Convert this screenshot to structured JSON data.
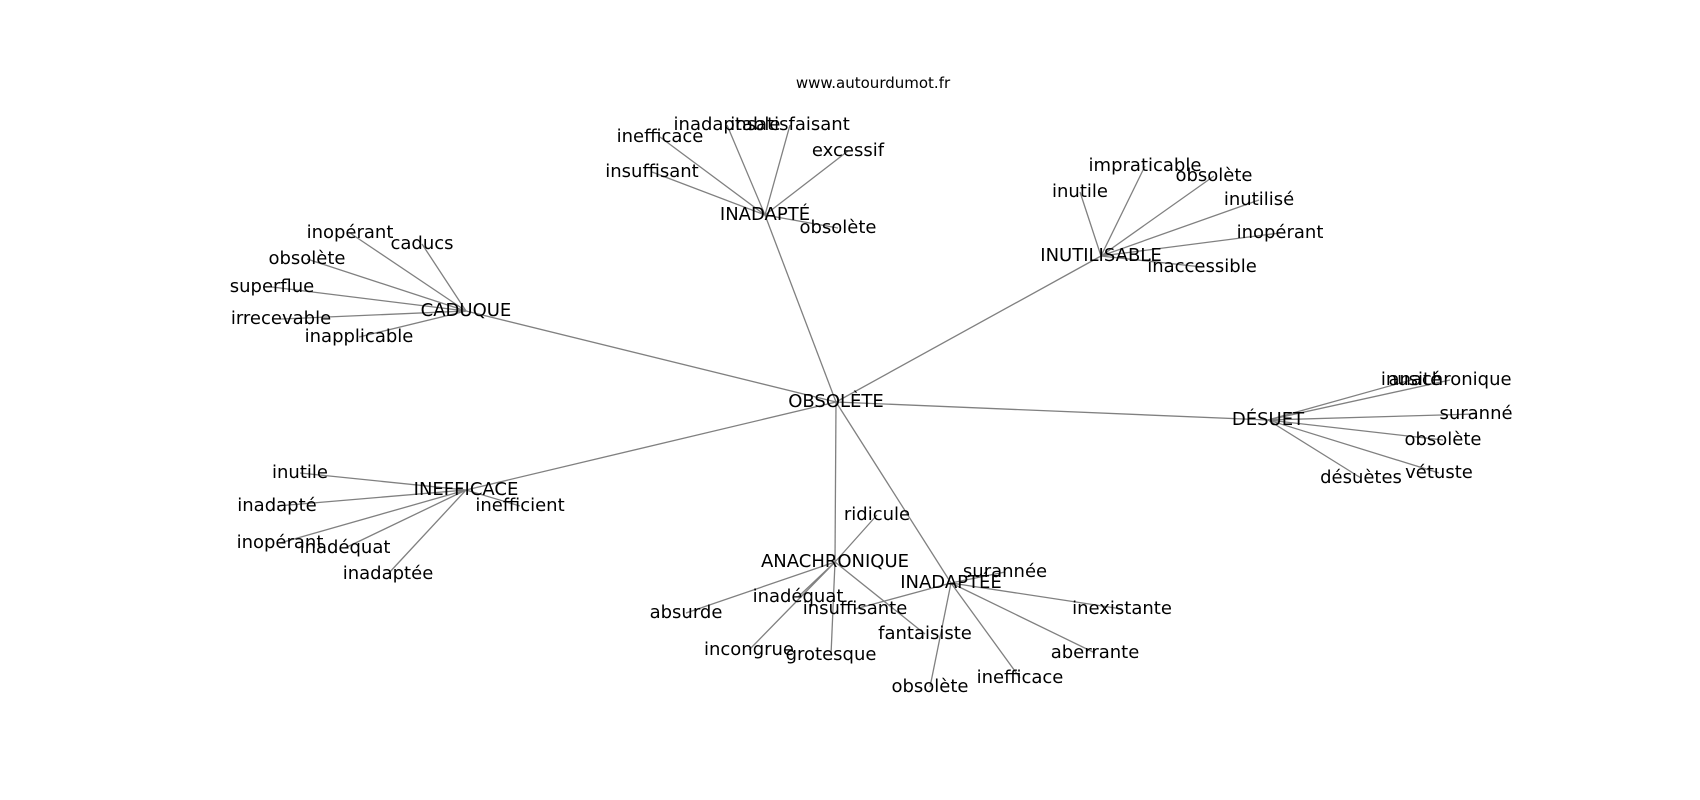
{
  "source": "www.autourdumot.fr",
  "edge_color": "#808080",
  "graph": {
    "center": {
      "id": "obsolete",
      "label": "OBSOLÈTE"
    },
    "clusters": [
      {
        "id": "inadapte",
        "label": "INADAPTÉ",
        "leaves": [
          "inadaptable",
          "insatisfaisant",
          "inefficace",
          "excessif",
          "insuffisant",
          "obsolète"
        ]
      },
      {
        "id": "inutilisable",
        "label": "INUTILISABLE",
        "leaves": [
          "impraticable",
          "obsolète",
          "inutile",
          "inutilisé",
          "inopérant",
          "inaccessible"
        ]
      },
      {
        "id": "caduque",
        "label": "CADUQUE",
        "leaves": [
          "inopérant",
          "caducs",
          "obsolète",
          "superflue",
          "irrecevable",
          "inapplicable"
        ]
      },
      {
        "id": "desuet",
        "label": "DÉSUET",
        "leaves": [
          "inusité",
          "anachronique",
          "suranné",
          "obsolète",
          "vétuste",
          "désuètes"
        ]
      },
      {
        "id": "inefficace",
        "label": "INEFFICACE",
        "leaves": [
          "inutile",
          "inadapté",
          "inefficient",
          "inopérant",
          "inadéquat",
          "inadaptée"
        ]
      },
      {
        "id": "anachronique",
        "label": "ANACHRONIQUE",
        "leaves": [
          "ridicule",
          "absurde",
          "inadéquat",
          "incongrue",
          "grotesque",
          "fantaisiste"
        ]
      },
      {
        "id": "inadaptee",
        "label": "INADAPTÉE",
        "leaves": [
          "surannée",
          "insuffisante",
          "inexistante",
          "aberrante",
          "inefficace",
          "obsolète"
        ]
      }
    ]
  }
}
